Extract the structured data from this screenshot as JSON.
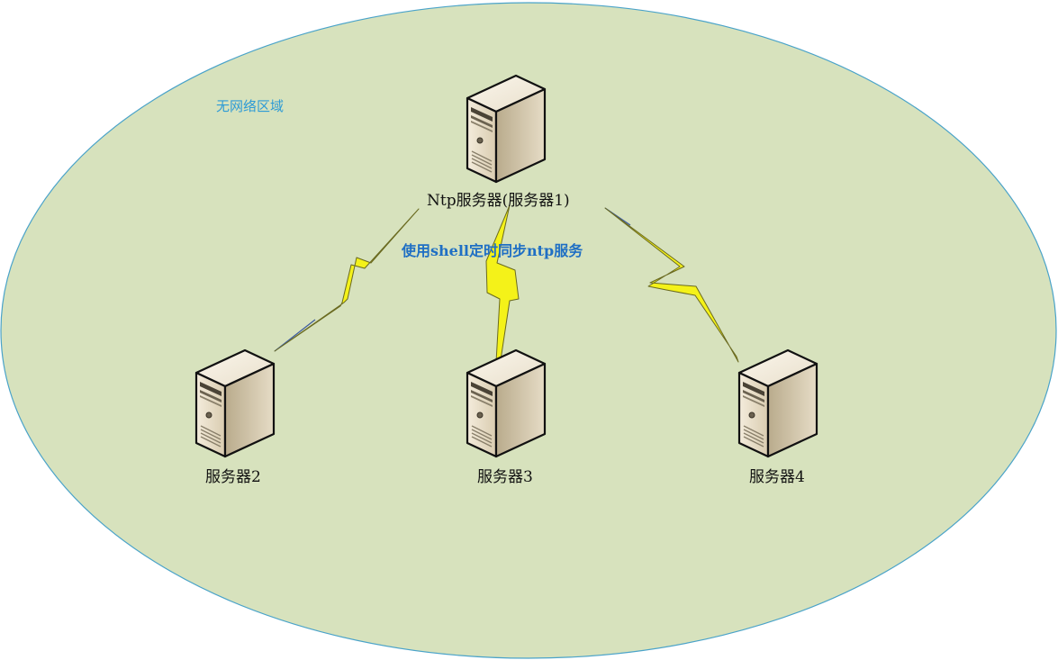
{
  "zone": {
    "label": "无网络区域",
    "fill": "#d7e2bd",
    "stroke": "#4aa3c9",
    "label_color": "#2e9bd6"
  },
  "link_label": {
    "text": "使用shell定时同步ntp服务",
    "color": "#1f6fc4"
  },
  "lightning": {
    "fill": "#f4f219",
    "stroke": "#6a6a20",
    "wire": "#3b5aa0"
  },
  "nodes": [
    {
      "id": "ntp",
      "label": "Ntp服务器(服务器1)",
      "icon": "server-icon"
    },
    {
      "id": "s2",
      "label": "服务器2",
      "icon": "server-icon"
    },
    {
      "id": "s3",
      "label": "服务器3",
      "icon": "server-icon"
    },
    {
      "id": "s4",
      "label": "服务器4",
      "icon": "server-icon"
    }
  ]
}
